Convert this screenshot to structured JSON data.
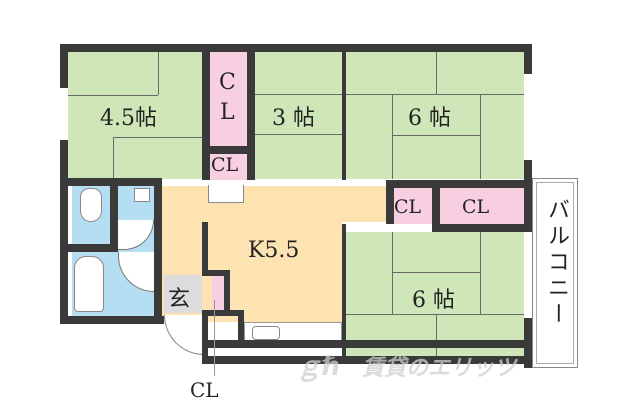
{
  "floorplan": {
    "rooms": [
      {
        "id": "tatami-4-5",
        "label": "4.5帖",
        "type": "japanese-room"
      },
      {
        "id": "tatami-3",
        "label": "3 帖",
        "type": "japanese-room"
      },
      {
        "id": "tatami-6-top",
        "label": "6 帖",
        "type": "japanese-room"
      },
      {
        "id": "tatami-6-bottom",
        "label": "6 帖",
        "type": "japanese-room"
      },
      {
        "id": "kitchen",
        "label": "K5.5",
        "type": "kitchen"
      },
      {
        "id": "entrance",
        "label": "玄",
        "type": "entrance"
      },
      {
        "id": "balcony",
        "label": "バルコニー",
        "type": "balcony"
      }
    ],
    "closets": {
      "cl_tall_top": "C\nL",
      "cl_tall_top_c": "C",
      "cl_tall_top_l": "L",
      "cl_small_top": "CL",
      "cl_mid": "CL",
      "cl_right": "CL",
      "cl_outside": "CL"
    },
    "watermark": "賃貸のエリッツ",
    "colors": {
      "tatami": "#cfe6b8",
      "closet": "#f7cfe0",
      "wet_area": "#b5def3",
      "kitchen": "#fce3b1",
      "entrance": "#dcdcdc",
      "wall": "#3a3a3a"
    }
  }
}
